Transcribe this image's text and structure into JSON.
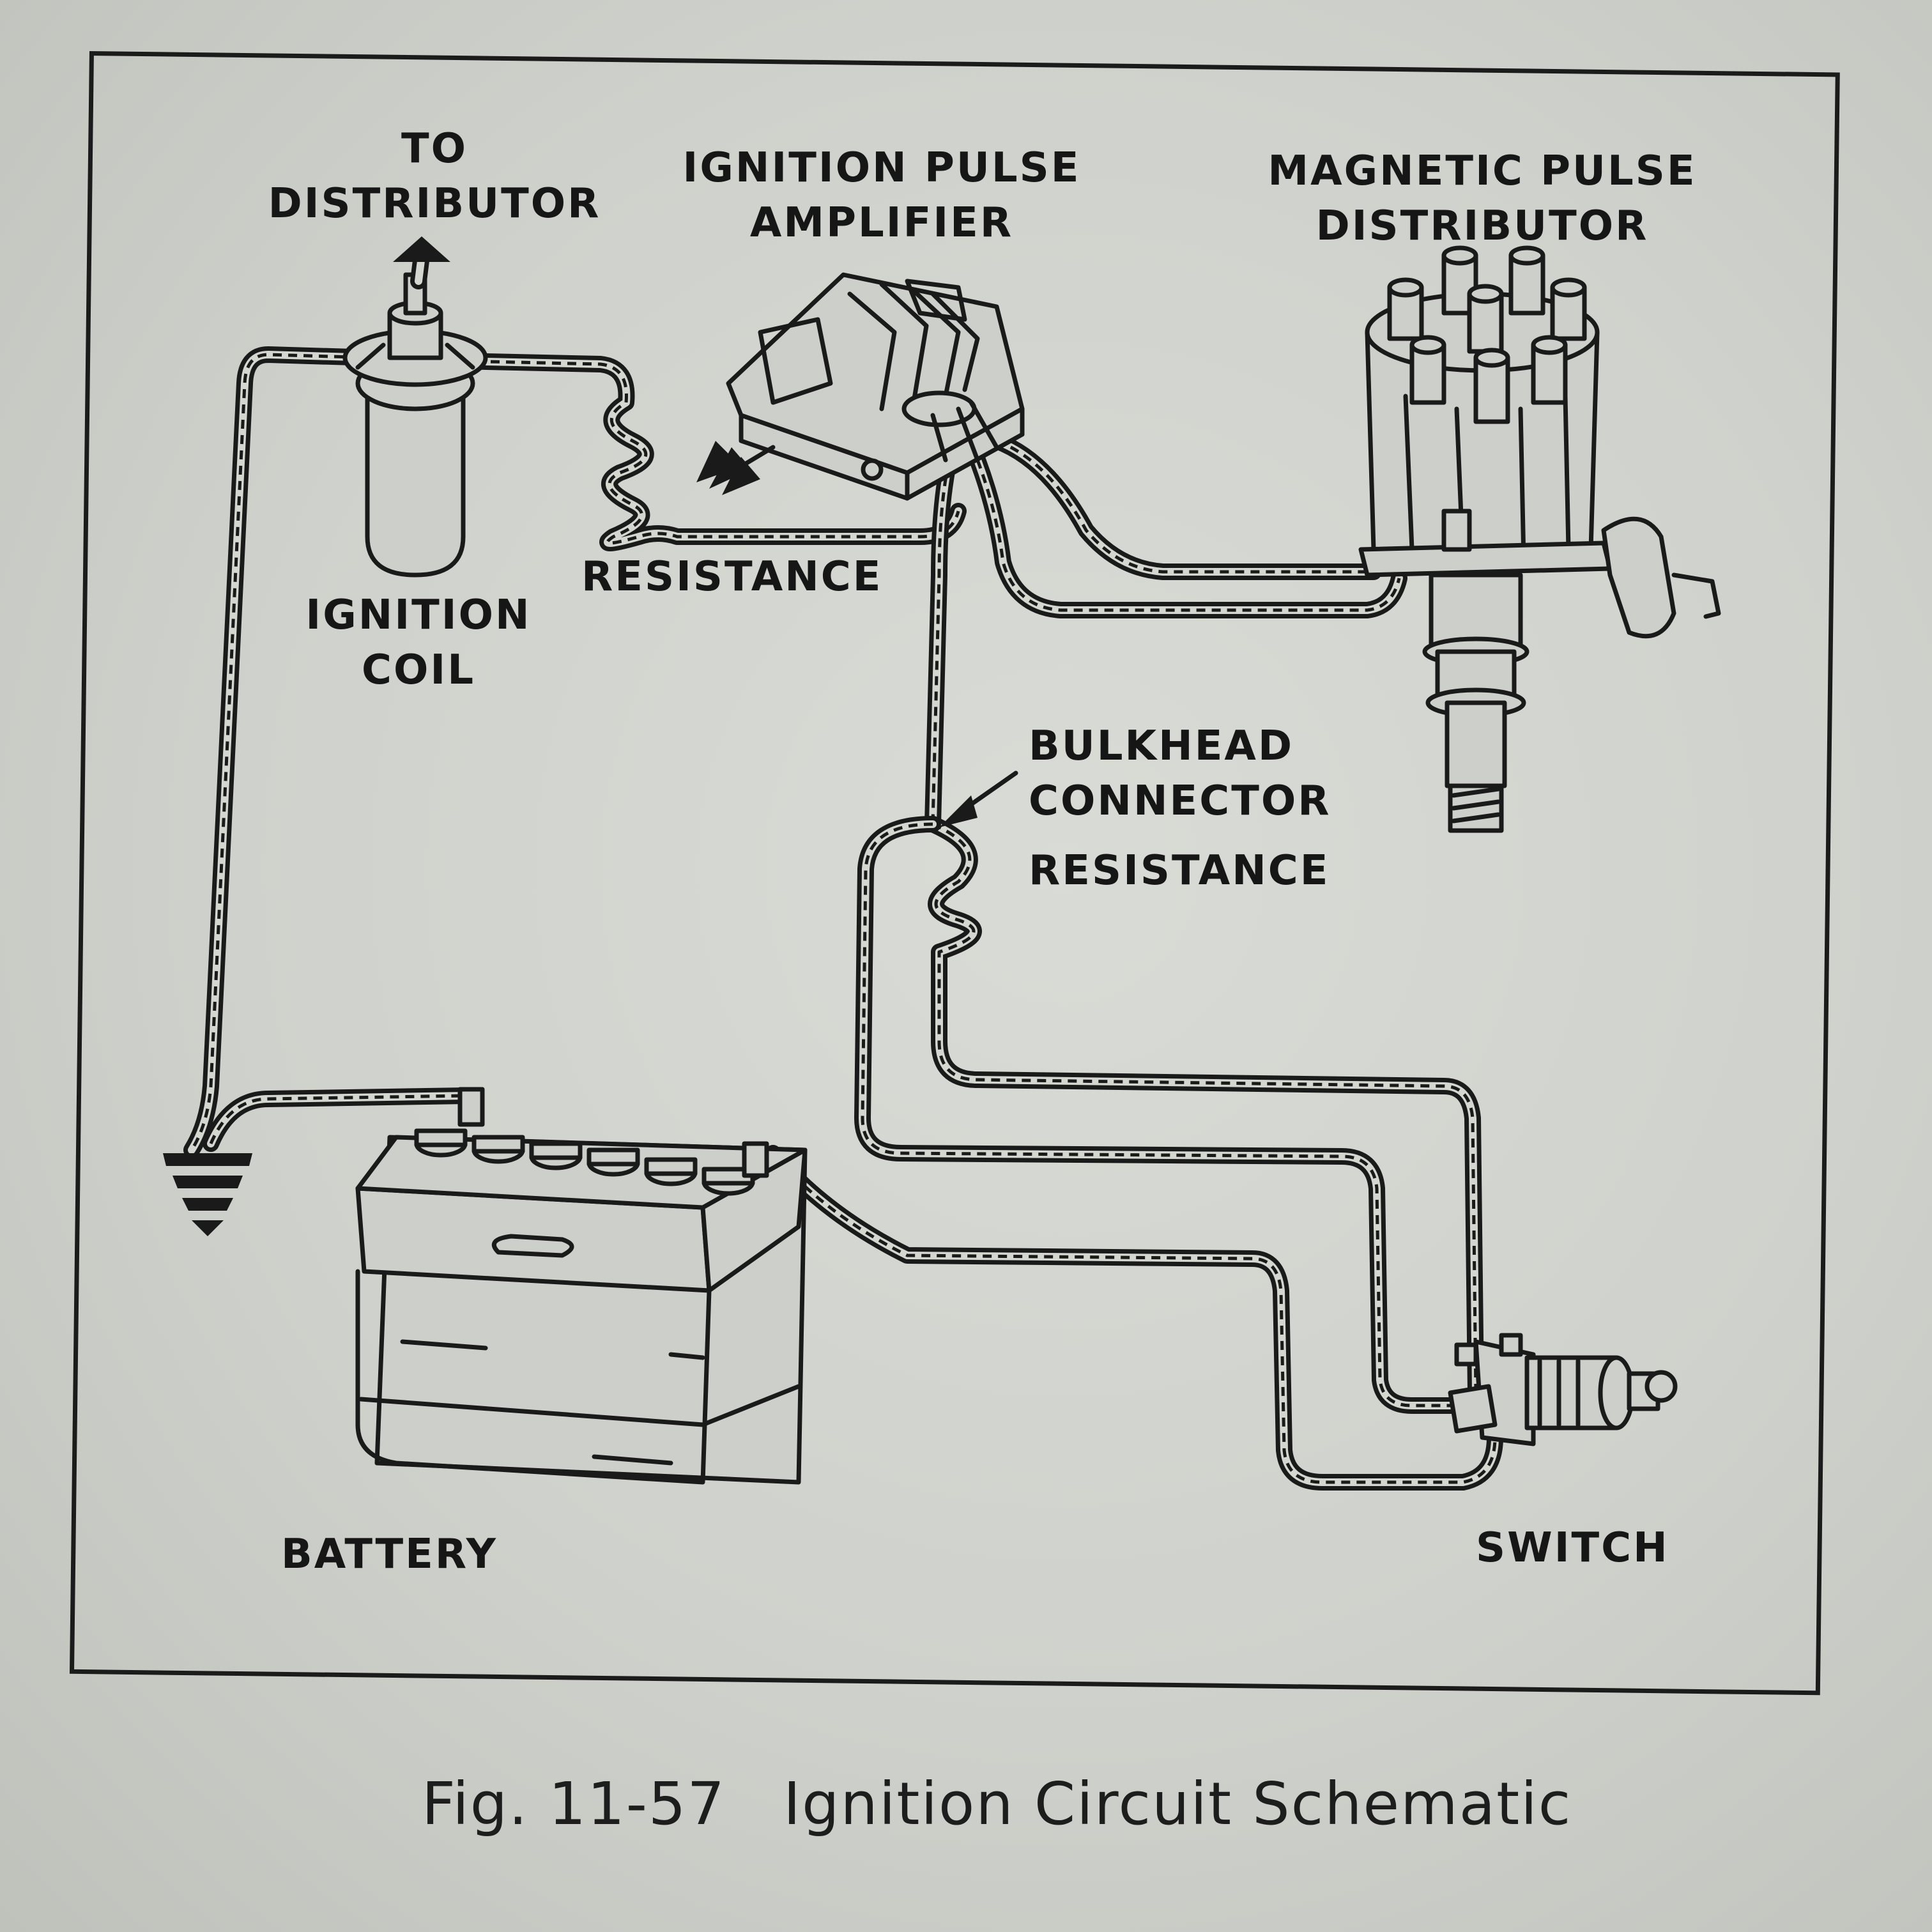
{
  "labels": {
    "to": "TO",
    "distributor": "DISTRIBUTOR",
    "amplifier_line1": "IGNITION PULSE",
    "amplifier_line2": "AMPLIFIER",
    "mag_line1": "MAGNETIC PULSE",
    "mag_line2": "DISTRIBUTOR",
    "coil_line1": "IGNITION",
    "coil_line2": "COIL",
    "resistance": "RESISTANCE",
    "bulkhead_line1": "BULKHEAD",
    "bulkhead_line2": "CONNECTOR",
    "battery": "BATTERY",
    "switch": "SWITCH"
  },
  "caption": {
    "number": "Fig. 11-57",
    "title": "Ignition Circuit Schematic"
  },
  "colors": {
    "ink": "#1a1a1a",
    "paper": "#d4d6d0"
  },
  "icons": [
    "ground-symbol",
    "arrow-icon"
  ]
}
